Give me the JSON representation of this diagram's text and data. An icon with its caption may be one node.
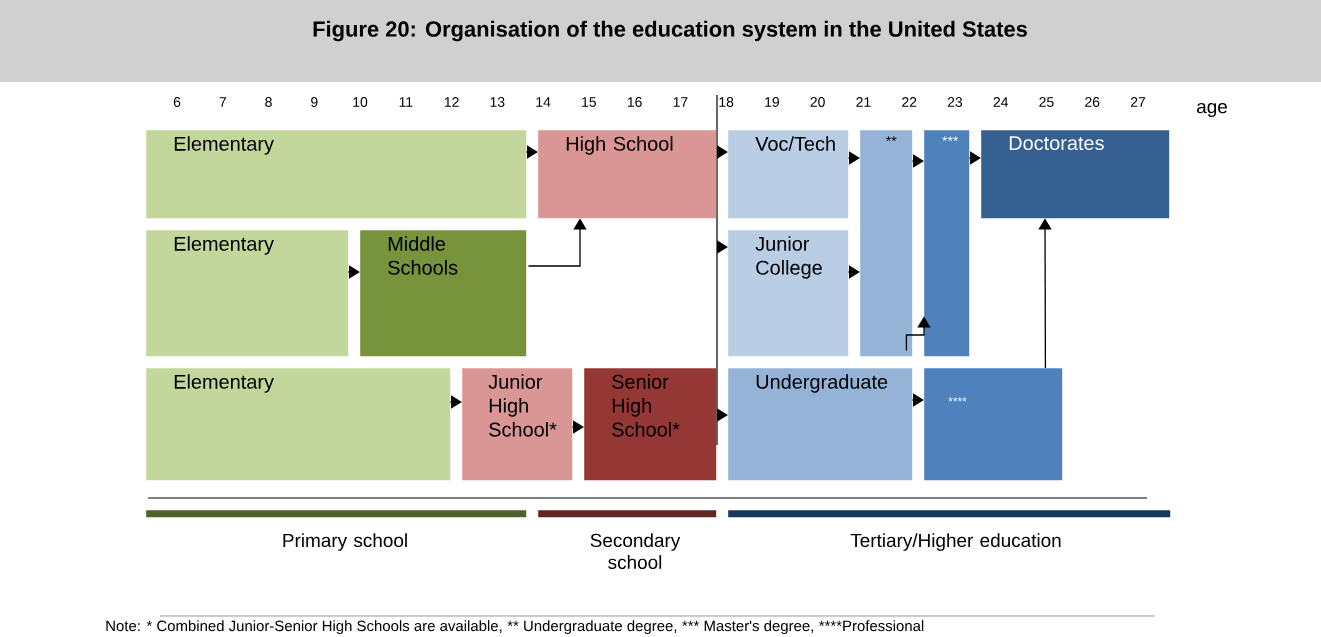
{
  "diagram": {
    "title": "Figure 20: Organisation of the education system in the United States",
    "nodes": [
      {
        "text": [
          "Elementary"
        ]
      },
      {
        "text": [
          "High School"
        ]
      },
      {
        "text": [
          "Voc/Tech"
        ]
      },
      {
        "text": [
          "**"
        ]
      },
      {
        "text": [
          "***"
        ]
      },
      {
        "text": [
          "Doctorates"
        ]
      },
      {
        "text": [
          "Elementary"
        ]
      },
      {
        "text": [
          "Middle Schools"
        ]
      },
      {
        "text": [
          "Junior College"
        ]
      },
      {
        "text": [
          "Elementary"
        ]
      },
      {
        "text": [
          "Junior High School*"
        ]
      },
      {
        "text": [
          "Senior High School*"
        ]
      },
      {
        "text": [
          "Undergraduate"
        ]
      },
      {
        "text": [
          "****"
        ]
      },
      {
        "text": [
          "Primary school"
        ]
      },
      {
        "text": [
          "Secondary school"
        ]
      },
      {
        "text": [
          "Tertiary/Higher education"
        ]
      }
    ],
    "edges": [
      {
        "from": 0,
        "to": 1,
        "arrow": "to"
      },
      {
        "from": null,
        "to": 2,
        "arrow": "to"
      },
      {
        "from": 2,
        "to": 3,
        "arrow": "to"
      },
      {
        "from": 3,
        "to": 4,
        "arrow": "to"
      },
      {
        "from": 4,
        "to": 5,
        "arrow": "to"
      },
      {
        "from": 6,
        "to": 7,
        "arrow": "to"
      },
      {
        "from": 7,
        "to": 1,
        "arrow": "to"
      },
      {
        "from": null,
        "to": 8,
        "arrow": "to"
      },
      {
        "from": 8,
        "to": 3,
        "arrow": "to"
      },
      {
        "from": 9,
        "to": 10,
        "arrow": "to"
      },
      {
        "from": 10,
        "to": 11,
        "arrow": "to"
      },
      {
        "from": null,
        "to": 12,
        "arrow": "to"
      },
      {
        "from": 12,
        "to": 13,
        "arrow": "to"
      },
      {
        "from": 3,
        "to": 4,
        "arrow": "to"
      },
      {
        "from": 13,
        "to": 5,
        "arrow": "to"
      }
    ],
    "labels": [
      "6",
      "7",
      "8",
      "9",
      "10",
      "11",
      "12",
      "13",
      "14",
      "15",
      "16",
      "17",
      "18",
      "19",
      "20",
      "21",
      "22",
      "23",
      "24",
      "25",
      "26",
      "27",
      "age",
      "Note: * Combined Junior-Senior High Schools are available,",
      "** Undergraduate degree,",
      "*** Master's degree,",
      "****Professional"
    ]
  }
}
